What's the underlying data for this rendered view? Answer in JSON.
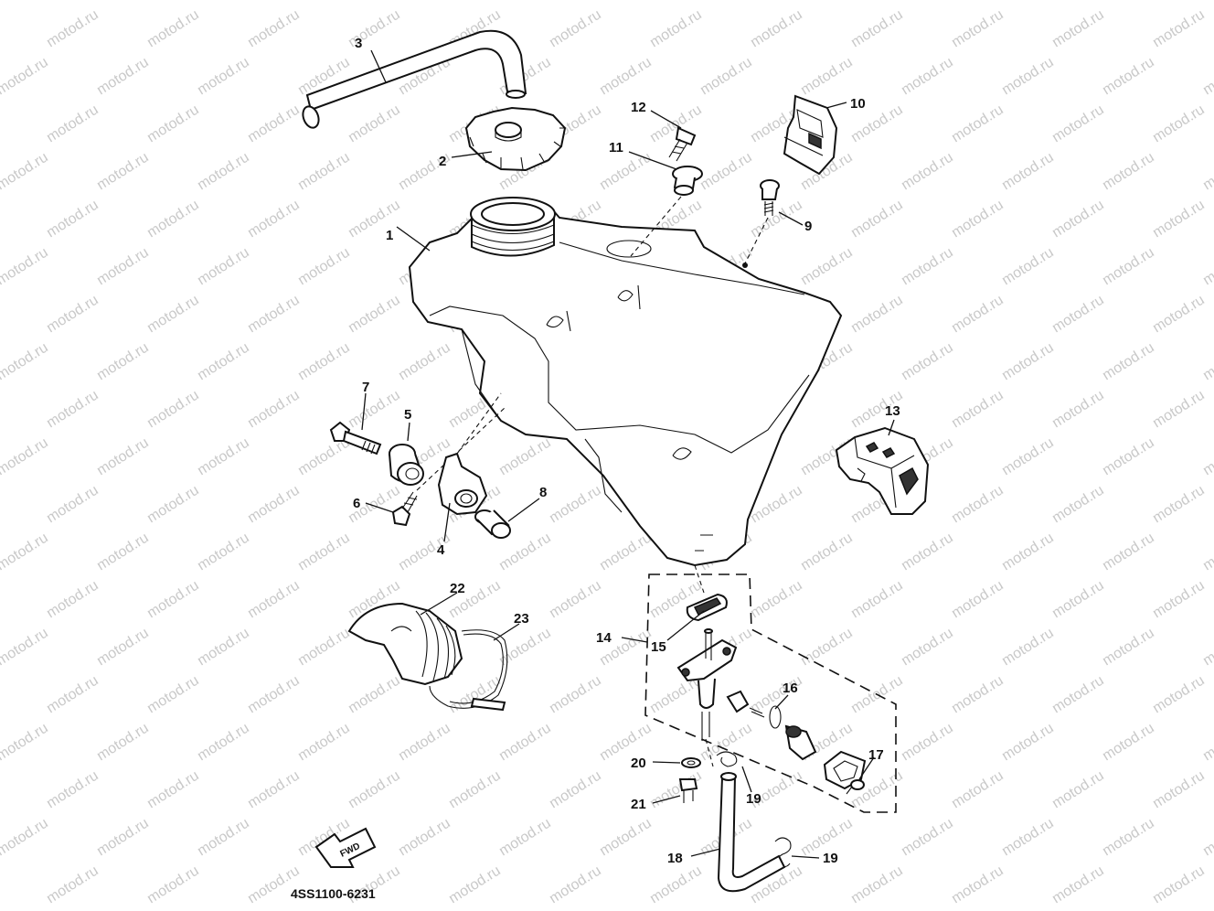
{
  "watermark": {
    "text": "motod.ru"
  },
  "diagram_code": "4SS1100-6231",
  "fwd_label": "FWD",
  "callouts": [
    "1",
    "2",
    "3",
    "4",
    "5",
    "6",
    "7",
    "8",
    "9",
    "10",
    "11",
    "12",
    "13",
    "14",
    "15",
    "16",
    "17",
    "18",
    "19",
    "19",
    "20",
    "21",
    "22",
    "23"
  ]
}
